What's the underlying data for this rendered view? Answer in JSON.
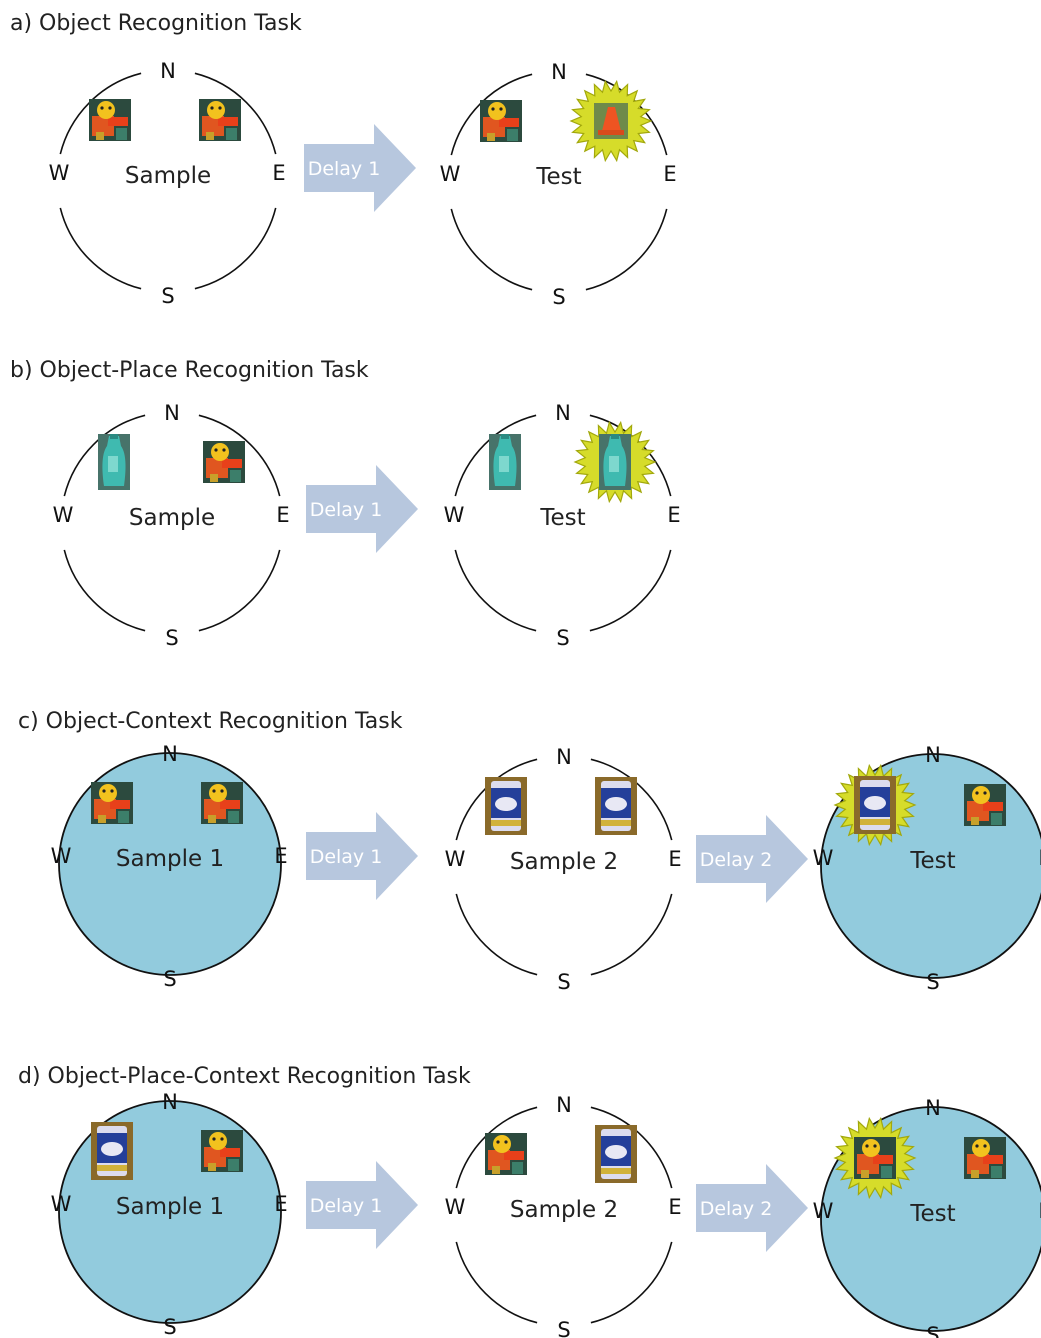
{
  "panels": [
    {
      "title": "a) Object Recognition Task",
      "stages": [
        {
          "label": "Sample",
          "context": "open",
          "objects": [
            "toy",
            "toy"
          ],
          "novel": null
        },
        {
          "label": "Test",
          "context": "open",
          "objects": [
            "toy",
            "cone"
          ],
          "novel": 1
        }
      ],
      "delays": [
        "Delay 1"
      ]
    },
    {
      "title": "b) Object-Place Recognition Task",
      "stages": [
        {
          "label": "Sample",
          "context": "open",
          "objects": [
            "bottle",
            "toy"
          ],
          "novel": null
        },
        {
          "label": "Test",
          "context": "open",
          "objects": [
            "bottle",
            "bottle"
          ],
          "novel": 1
        }
      ],
      "delays": [
        "Delay 1"
      ]
    },
    {
      "title": "c) Object-Context Recognition Task",
      "stages": [
        {
          "label": "Sample 1",
          "context": "blue",
          "objects": [
            "toy",
            "toy"
          ],
          "novel": null
        },
        {
          "label": "Sample 2",
          "context": "open",
          "objects": [
            "can",
            "can"
          ],
          "novel": null
        },
        {
          "label": "Test",
          "context": "blue",
          "objects": [
            "can",
            "toy"
          ],
          "novel": 0
        }
      ],
      "delays": [
        "Delay 1",
        "Delay 2"
      ]
    },
    {
      "title": "d) Object-Place-Context Recognition Task",
      "stages": [
        {
          "label": "Sample 1",
          "context": "blue",
          "objects": [
            "can",
            "toy"
          ],
          "novel": null
        },
        {
          "label": "Sample 2",
          "context": "open",
          "objects": [
            "toy",
            "can"
          ],
          "novel": null
        },
        {
          "label": "Test",
          "context": "blue",
          "objects": [
            "toy",
            "toy"
          ],
          "novel": 0
        }
      ],
      "delays": [
        "Delay 1",
        "Delay 2"
      ]
    }
  ],
  "compass": {
    "n": "N",
    "s": "S",
    "e": "E",
    "w": "W"
  },
  "colors": {
    "arena_blue": "#92CBDD",
    "arrow": "#B7C7DE",
    "star": "#D6DC2A",
    "star_edge": "#A2A80C"
  }
}
